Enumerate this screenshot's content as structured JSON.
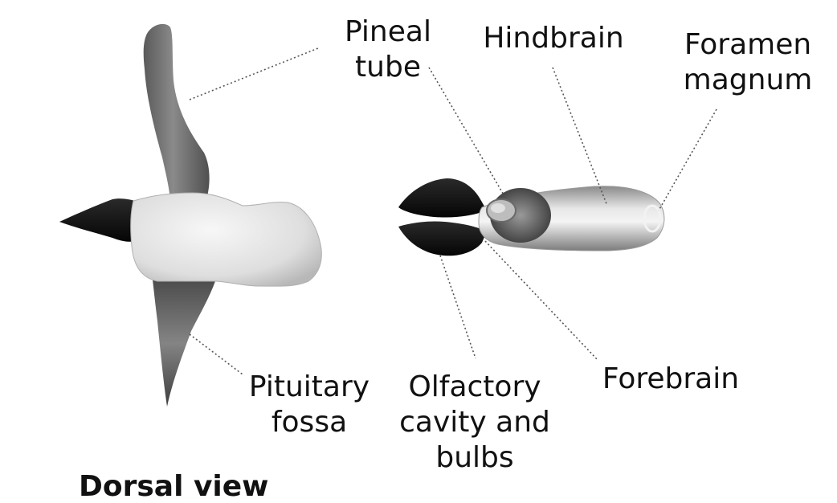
{
  "labels": {
    "pineal_tube": [
      "Pineal",
      "tube"
    ],
    "hindbrain": [
      "Hindbrain"
    ],
    "foramen_magnum": [
      "Foramen",
      "magnum"
    ],
    "pituitary_fossa": [
      "Pituitary",
      "fossa"
    ],
    "olfactory": [
      "Olfactory",
      "cavity and",
      "bulbs"
    ],
    "forebrain": [
      "Forebrain"
    ]
  },
  "cut_text": "Dorsal view",
  "colors": {
    "dark_grey": "#6e6e6e",
    "light_grey": "#e4e4e4",
    "black": "#0a0a0a",
    "leader": "#555555"
  }
}
